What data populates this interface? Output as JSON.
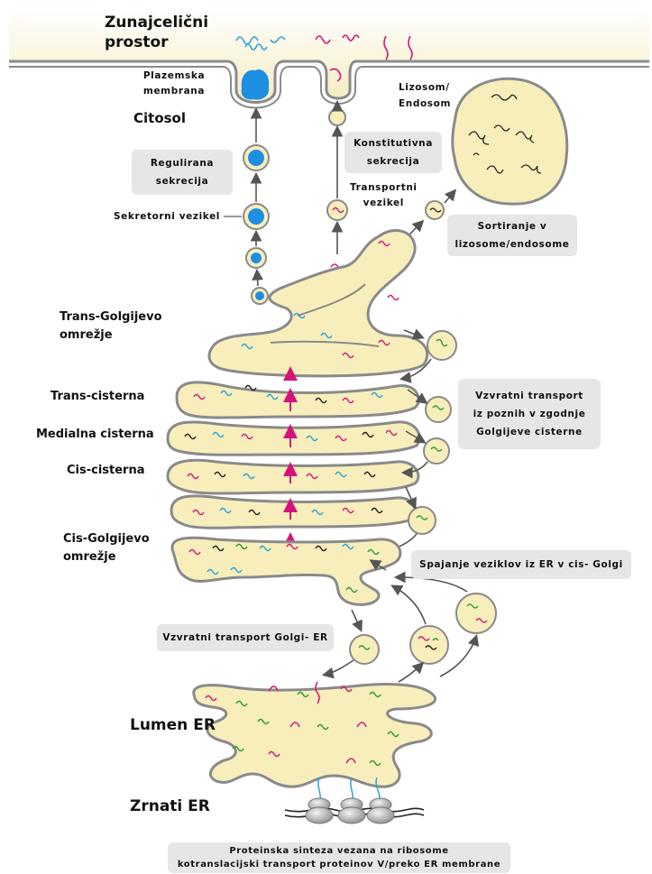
{
  "labels": {
    "extracellular_1": "Zunajcelični",
    "extracellular_2": "prostor",
    "plasma_membrane_1": "Plazemska",
    "plasma_membrane_2": "membrana",
    "cytosol": "Citosol",
    "lysosome_1": "Lizosom/",
    "lysosome_2": "Endosom",
    "regulated_1": "Regulirana",
    "regulated_2": "sekrecija",
    "constitutive_1": "Konstitutivna",
    "constitutive_2": "sekrecija",
    "transport_vesicle_1": "Transportni",
    "transport_vesicle_2": "vezikel",
    "secretory_vesicle": "Sekretorni vezikel",
    "sorting_1": "Sortiranje v",
    "sorting_2": "lizosome/endosome",
    "trans_golgi_1": "Trans-Golgijevo",
    "trans_golgi_2": "omrežje",
    "trans_cisterna": "Trans-cisterna",
    "medial_cisterna": "Medialna cisterna",
    "cis_cisterna": "Cis-cisterna",
    "retro_1": "Vzvratni transport",
    "retro_2": "iz poznih v zgodnje",
    "retro_3": "Golgijeve cisterne",
    "cis_golgi_1": "Cis-Golgijevo",
    "cis_golgi_2": "omrežje",
    "fusion": "Spajanje veziklov iz ER v cis- Golgi",
    "golgi_er": "Vzvratni transport Golgi- ER",
    "lumen_er": "Lumen ER",
    "rough_er": "Zrnati ER",
    "synthesis_1": "Proteinska sinteza  vezana na ribosome",
    "synthesis_2": "kotranslacijski transport proteinov V/preko ER membrane"
  },
  "colors": {
    "membrane_fill": "#f7eebc",
    "membrane_stroke": "#8a8a8a",
    "protein_magenta": "#d4147a",
    "protein_blue": "#2aa3d8",
    "protein_green": "#2e9b3a",
    "protein_black": "#222222",
    "secretory_blue": "#1e8fe0",
    "arrow_gray": "#555555",
    "box_gray": "#e6e6e6"
  }
}
